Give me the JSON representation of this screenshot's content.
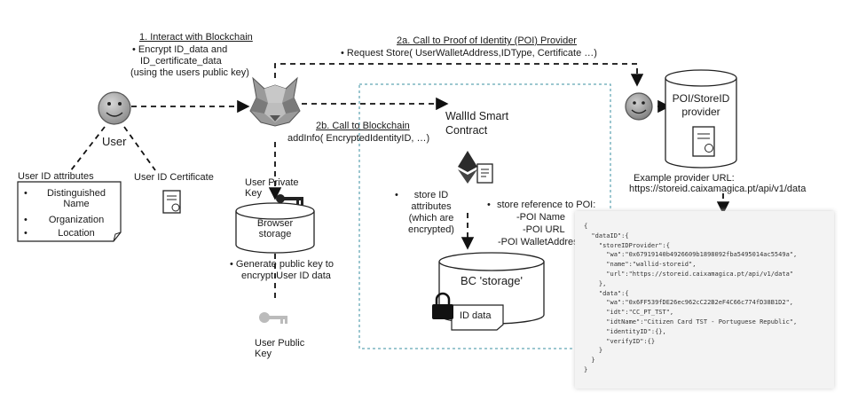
{
  "labels": {
    "step1_title": "1. Interact with Blockchain",
    "step1_line1": "•  Encrypt ID_data and",
    "step1_line2": "ID_certificate_data",
    "step1_line3": "(using the users public key)",
    "step2a_title": "2a. Call to Proof of Identity (POI) Provider",
    "step2a_line1": "•  Request Store( UserWalletAddress,IDType, Certificate …)",
    "step2b_title": "2b. Call to Blockchain",
    "step2b_line1": "addInfo( EncryptedIdentityID, …)",
    "user": "User",
    "user_id_attributes_title": "User ID attributes",
    "attr_1": "Distinguished Name",
    "attr_2": "Organization",
    "attr_3": "Location",
    "user_id_certificate": "User ID Certificate",
    "user_private_key": "User Private Key",
    "browser_storage": "Browser storage",
    "generate_key_line1": "•  Generate public key to",
    "generate_key_line2": "encrypt User ID data",
    "user_public_key": "User Public Key",
    "wallid_contract": "WallId Smart Contract",
    "store_id_attrs": "store ID attributes (which are encrypted)",
    "store_ref_title": "store reference to POI:",
    "store_ref_1": "-POI Name",
    "store_ref_2": "-POI URL",
    "store_ref_3": "-POI WalletAddress",
    "bc_storage": "BC 'storage'",
    "id_data": "ID data",
    "poi_provider": "POI/StoreID provider",
    "example_url_title": "Example provider URL:",
    "example_url": "https://storeid.caixamagica.pt/api/v1/data"
  },
  "json_example": "{\n  \"dataID\":{\n    \"storeIDProvider\":{\n      \"wa\":\"0x67919140b4926609b1898092fba5495014ac5549a\",\n      \"name\":\"wallid-storeid\",\n      \"url\":\"https://storeid.caixamagica.pt/api/v1/data\"\n    },\n    \"data\":{\n      \"wa\":\"0x6FF539fDE26ec962cC22B2eF4C66c774fD38B1D2\",\n      \"idt\":\"CC_PT_TST\",\n      \"idtName\":\"Citizen Card TST - Portuguese Republic\",\n      \"identityID\":{},\n      \"verifyID\":{}\n    }\n  }\n}",
  "icons": [
    "user-face-icon",
    "metamask-fox-icon",
    "ethereum-icon",
    "contract-document-icon",
    "certificate-icon",
    "key-icon",
    "lock-icon",
    "database-icon"
  ]
}
